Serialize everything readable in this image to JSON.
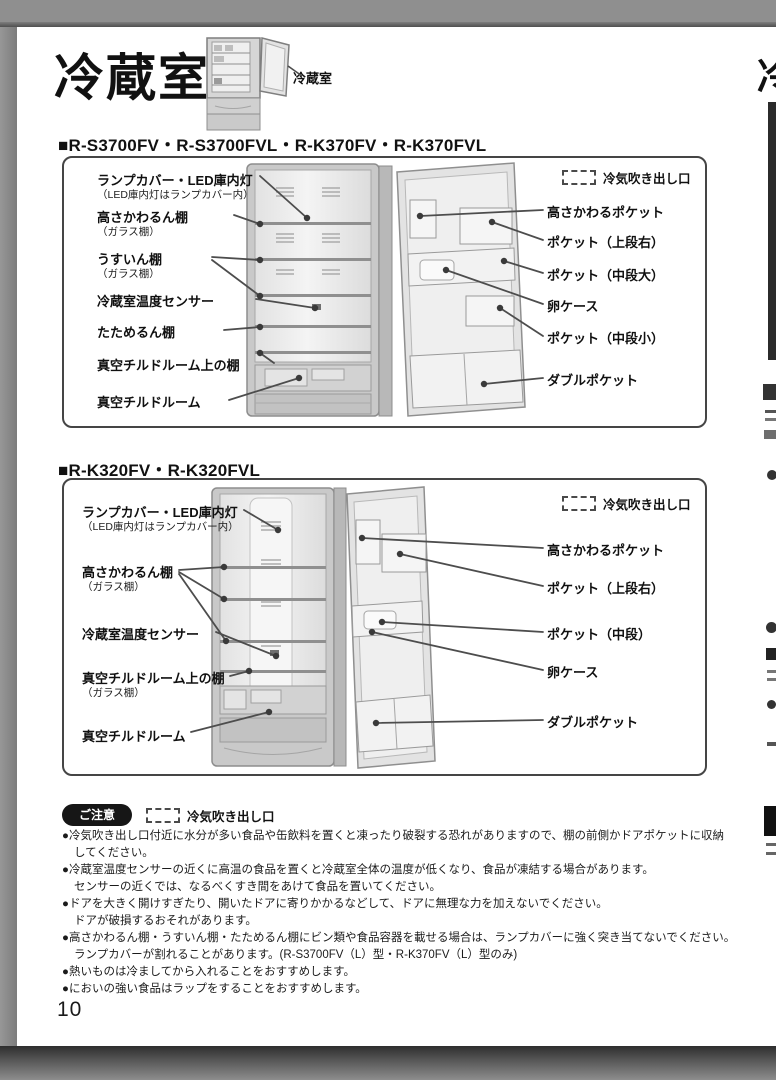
{
  "header": {
    "title": "冷蔵室",
    "icon_callout": "冷蔵室"
  },
  "surround": {
    "partial_char": "冷"
  },
  "sections": [
    {
      "heading": "■R-S3700FV・R-S3700FVL・R-K370FV・R-K370FVL",
      "legend": "冷気吹き出し口",
      "left_labels": [
        {
          "label": "ランプカバー・LED庫内灯",
          "sub": "（LED庫内灯はランプカバー内）"
        },
        {
          "label": "高さかわるん棚",
          "sub": "（ガラス棚）"
        },
        {
          "label": "うすいん棚",
          "sub": "（ガラス棚）"
        },
        {
          "label": "冷蔵室温度センサー"
        },
        {
          "label": "たためるん棚"
        },
        {
          "label": "真空チルドルーム上の棚"
        },
        {
          "label": "真空チルドルーム"
        }
      ],
      "right_labels": [
        "高さかわるポケット",
        "ポケット（上段右）",
        "ポケット（中段大）",
        "卵ケース",
        "ポケット（中段小）",
        "ダブルポケット"
      ]
    },
    {
      "heading": "■R-K320FV・R-K320FVL",
      "legend": "冷気吹き出し口",
      "left_labels": [
        {
          "label": "ランプカバー・LED庫内灯",
          "sub": "（LED庫内灯はランプカバー内）"
        },
        {
          "label": "高さかわるん棚",
          "sub": "（ガラス棚）"
        },
        {
          "label": "冷蔵室温度センサー"
        },
        {
          "label": "真空チルドルーム上の棚",
          "sub": "（ガラス棚）"
        },
        {
          "label": "真空チルドルーム"
        }
      ],
      "right_labels": [
        "高さかわるポケット",
        "ポケット（上段右）",
        "ポケット（中段）",
        "卵ケース",
        "ダブルポケット"
      ]
    }
  ],
  "notes": {
    "badge": "ご注意",
    "legend": "冷気吹き出し口",
    "items": [
      {
        "lines": [
          "●冷気吹き出し口付近に水分が多い食品や缶飲料を置くと凍ったり破裂する恐れがありますので、棚の前側かドアポケットに収納",
          "してください。"
        ]
      },
      {
        "lines": [
          "●冷蔵室温度センサーの近くに高温の食品を置くと冷蔵室全体の温度が低くなり、食品が凍結する場合があります。",
          "センサーの近くでは、なるべくすき間をあけて食品を置いてください。"
        ]
      },
      {
        "lines": [
          "●ドアを大きく開けすぎたり、開いたドアに寄りかかるなどして、ドアに無理な力を加えないでください。",
          "ドアが破損するおそれがあります。"
        ]
      },
      {
        "lines": [
          "●高さかわるん棚・うすいん棚・たためるん棚にビン類や食品容器を載せる場合は、ランプカバーに強く突き当てないでください。",
          "ランプカバーが割れることがあります。(R-S3700FV（L）型・R-K370FV（L）型のみ)"
        ]
      },
      {
        "lines": [
          "●熱いものは冷ましてから入れることをおすすめします。"
        ]
      },
      {
        "lines": [
          "●においの強い食品はラップをすることをおすすめします。"
        ]
      }
    ]
  },
  "footer": {
    "page_number": "10"
  }
}
